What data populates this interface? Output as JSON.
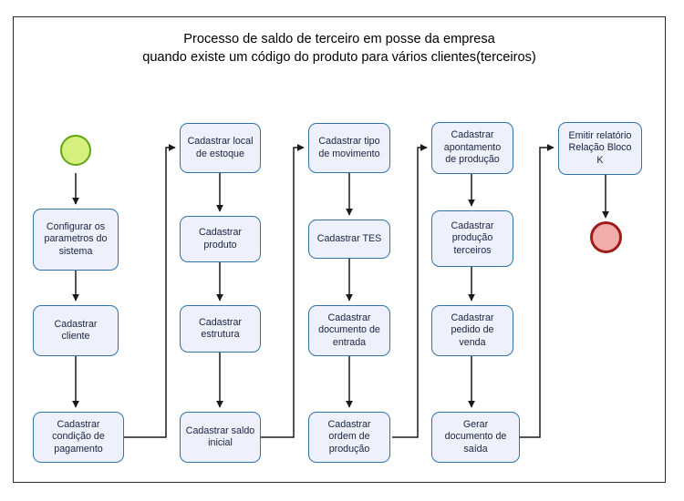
{
  "diagram": {
    "title": "Processo de saldo de terceiro em posse da empresa\nquando existe um código do produto para vários clientes(terceiros)",
    "colors": {
      "node_fill": "#eef0fb",
      "node_border": "#2e75a8",
      "node_text": "#18243f",
      "start_fill": "#d6f07d",
      "start_border": "#5fa512",
      "end_fill": "#f2adab",
      "end_border": "#9d1c1c",
      "edge": "#1a1a1a",
      "frame": "#2b2b2b",
      "background": "#ffffff"
    },
    "terminators": [
      {
        "id": "start",
        "kind": "start",
        "label": ""
      },
      {
        "id": "end",
        "kind": "end",
        "label": ""
      }
    ],
    "columns": [
      {
        "index": 1,
        "nodes": [
          {
            "id": "n1",
            "label": "Configurar os\nparametros do\nsistema"
          },
          {
            "id": "n2",
            "label": "Cadastrar\ncliente"
          },
          {
            "id": "n3",
            "label": "Cadastrar\ncondição de\npagamento"
          }
        ]
      },
      {
        "index": 2,
        "nodes": [
          {
            "id": "n4",
            "label": "Cadastrar local\nde estoque"
          },
          {
            "id": "n5",
            "label": "Cadastrar\nproduto"
          },
          {
            "id": "n6",
            "label": "Cadastrar\nestrutura"
          },
          {
            "id": "n7",
            "label": "Cadastrar saldo\ninicial"
          }
        ]
      },
      {
        "index": 3,
        "nodes": [
          {
            "id": "n8",
            "label": "Cadastrar tipo\nde movimento"
          },
          {
            "id": "n9",
            "label": "Cadastrar TES"
          },
          {
            "id": "n10",
            "label": "Cadastrar\ndocumento de\nentrada"
          },
          {
            "id": "n11",
            "label": "Cadastrar\nordem de\nprodução"
          }
        ]
      },
      {
        "index": 4,
        "nodes": [
          {
            "id": "n12",
            "label": "Cadastrar\napontamento\nde produção"
          },
          {
            "id": "n13",
            "label": "Cadastrar\nprodução\nterceiros"
          },
          {
            "id": "n14",
            "label": "Cadastrar\npedido de\nvenda"
          },
          {
            "id": "n15",
            "label": "Gerar\ndocumento de\nsaída"
          }
        ]
      },
      {
        "index": 5,
        "nodes": [
          {
            "id": "n16",
            "label": "Emitir relatório\nRelação Bloco\nK"
          }
        ]
      }
    ],
    "flow_order": [
      "start",
      "n1",
      "n2",
      "n3",
      "n4",
      "n5",
      "n6",
      "n7",
      "n8",
      "n9",
      "n10",
      "n11",
      "n12",
      "n13",
      "n14",
      "n15",
      "n16",
      "end"
    ]
  }
}
